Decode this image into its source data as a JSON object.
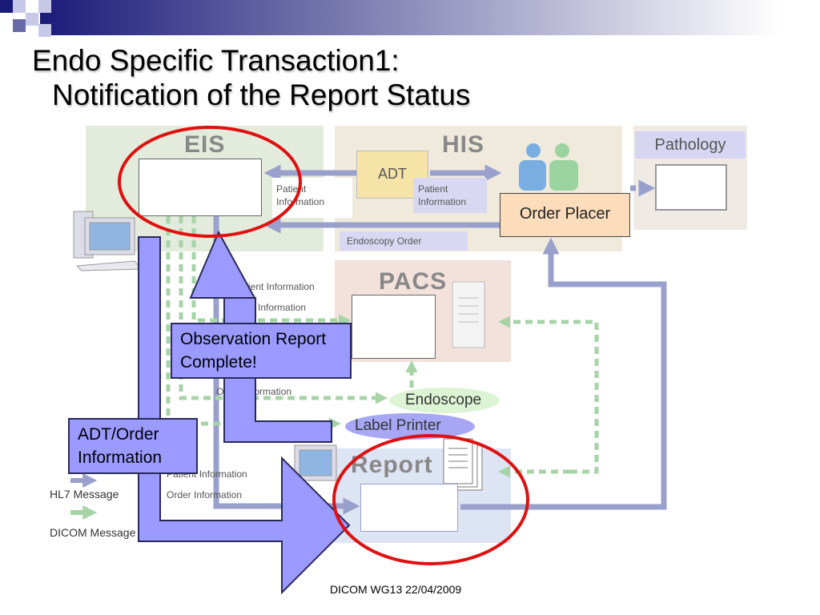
{
  "title": {
    "line1": "Endo Specific Transaction1:",
    "line2": "Notification of the Report Status"
  },
  "zones": {
    "eis": "EIS",
    "his": "HIS",
    "pathology": "Pathology",
    "pacs": "PACS",
    "report": "Report"
  },
  "systems": {
    "adt": "ADT",
    "order_placer": "Order Placer",
    "endoscope": "Endoscope",
    "label_printer": "Label Printer"
  },
  "flow_labels": {
    "patient_info_eis": "Patient Information",
    "patient_info_his": "Patient Information",
    "endoscopy_order": "Endoscopy Order",
    "pacs_patient_info": "Patient Information",
    "pacs_order_info": "Order Information",
    "endoscope_order_info": "Order Information",
    "report_patient_info": "Patient Information",
    "report_order_info": "Order Information"
  },
  "callouts": {
    "observation": "Observation Report Complete!",
    "adt_order": "ADT/Order Information"
  },
  "legend": {
    "hl7": "HL7 Message",
    "dicom": "DICOM Message"
  },
  "footer": "DICOM WG13 22/04/2009",
  "colors": {
    "eis_bg": "#e3ecdc",
    "his_bg": "#efeadc",
    "pacs_bg": "#f3e1dc",
    "report_bg": "#dde4f3",
    "pathology_bg": "#efeae4",
    "hl7_arrow": "#9aa0cc",
    "dicom_arrow": "#a7d4a7",
    "callout": "#9a9aff",
    "highlight_ring": "#e01010",
    "adt_box": "#f6e3a8",
    "order_placer_box": "#fbdcbb"
  }
}
